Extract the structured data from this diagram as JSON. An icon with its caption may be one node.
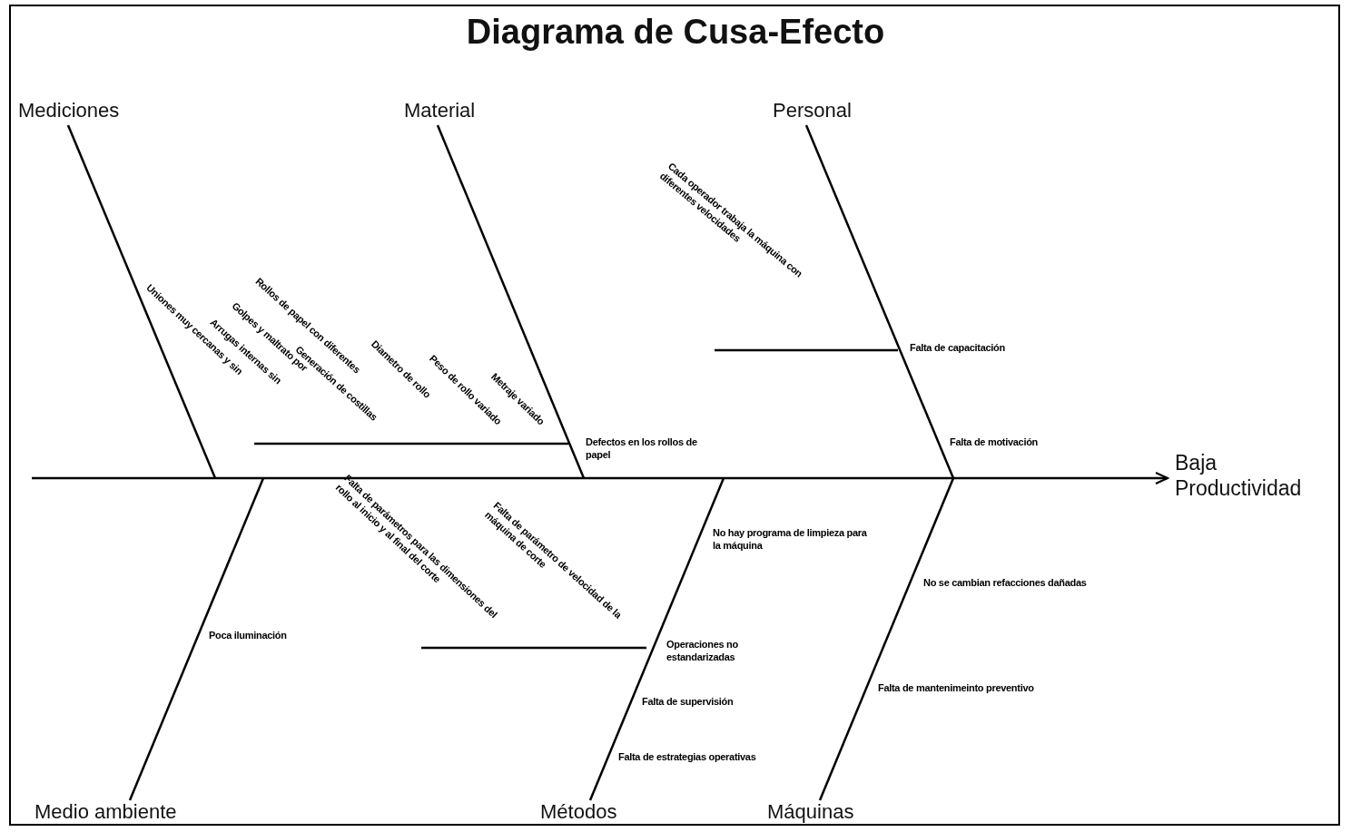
{
  "diagram": {
    "title": "Diagrama de Cusa-Efecto",
    "nodes": [
      {
        "text": [
          "Mediciones"
        ]
      },
      {
        "text": [
          "Material"
        ]
      },
      {
        "text": [
          "Personal"
        ]
      },
      {
        "text": [
          "Baja Productividad"
        ]
      },
      {
        "text": [
          "Medio ambiente"
        ]
      },
      {
        "text": [
          "Métodos"
        ]
      },
      {
        "text": [
          "Máquinas"
        ]
      }
    ],
    "edges": [
      {
        "from": null,
        "to": 3,
        "arrow": "to"
      },
      {
        "from": 0,
        "to": null,
        "arrow": "none"
      },
      {
        "from": 1,
        "to": null,
        "arrow": "none"
      },
      {
        "from": 2,
        "to": null,
        "arrow": "none"
      },
      {
        "from": 4,
        "to": null,
        "arrow": "none"
      },
      {
        "from": 5,
        "to": null,
        "arrow": "none"
      },
      {
        "from": 6,
        "to": null,
        "arrow": "none"
      }
    ],
    "labels": [
      "Uniones muy cercanas y sin",
      "Rollos de papel con diferentes",
      "Golpes y maltrato por",
      "Arrugas internas sin",
      "Generación de costillas",
      "Diametro de rollo",
      "Peso de rollo variado",
      "Metraje variado",
      "Defectos en los rollos de papel",
      "Cada operador trabaja la máquina con diferentes velocidades",
      "Falta de capacitación",
      "Falta de motivación",
      "Falta de parámetros para las dimensiones del rollo al inicio y al final del corte",
      "Falta de parámetro de velocidad de la máquina de corte",
      "No hay programa de limpieza para la máquina",
      "No se cambian refacciones dañadas",
      "Poca iluminación",
      "Operaciones no estandarizadas",
      "Falta de supervisión",
      "Falta de mantenimeinto preventivo",
      "Falta de estrategias operativas"
    ]
  }
}
